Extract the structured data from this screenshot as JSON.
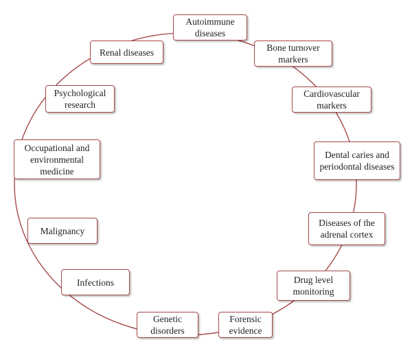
{
  "colors": {
    "border": "#a54848",
    "ring": "#a54848",
    "text": "#222222"
  },
  "nodes": [
    {
      "id": "autoimmune",
      "label": "Autoimmune\ndiseases"
    },
    {
      "id": "bone",
      "label": "Bone turnover\nmarkers"
    },
    {
      "id": "cardio",
      "label": "Cardiovascular\nmarkers"
    },
    {
      "id": "dental",
      "label": "Dental caries and\nperiodontal diseases"
    },
    {
      "id": "adrenal",
      "label": "Diseases of the\nadrenal cortex"
    },
    {
      "id": "drug",
      "label": "Drug level\nmonitoring"
    },
    {
      "id": "forensic",
      "label": "Forensic\nevidence"
    },
    {
      "id": "genetic",
      "label": "Genetic\ndisorders"
    },
    {
      "id": "infections",
      "label": "Infections"
    },
    {
      "id": "malignancy",
      "label": "Malignancy"
    },
    {
      "id": "occupational",
      "label": "Occupational and\nenvironmental\nmedicine"
    },
    {
      "id": "psych",
      "label": "Psychological\nresearch"
    },
    {
      "id": "renal",
      "label": "Renal diseases"
    }
  ]
}
